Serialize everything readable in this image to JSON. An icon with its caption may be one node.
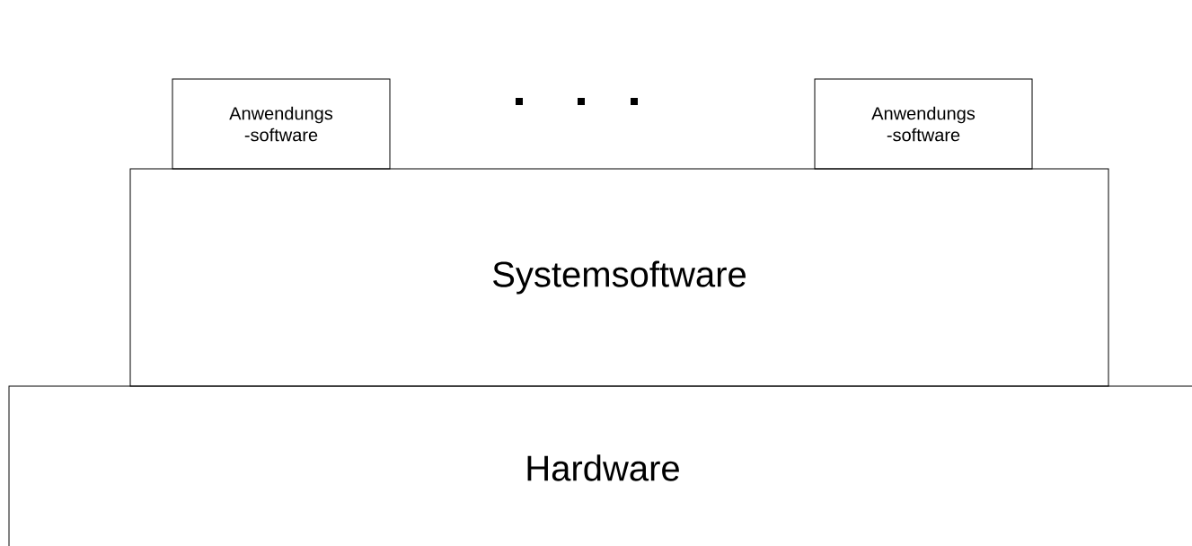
{
  "diagram": {
    "nodes": [
      {
        "text": [
          "Anwendungs -software"
        ]
      },
      {
        "text": [
          "Anwendungs -software"
        ]
      },
      {
        "text": [
          "Systemsoftware"
        ]
      },
      {
        "text": [
          "Hardware"
        ]
      }
    ]
  }
}
